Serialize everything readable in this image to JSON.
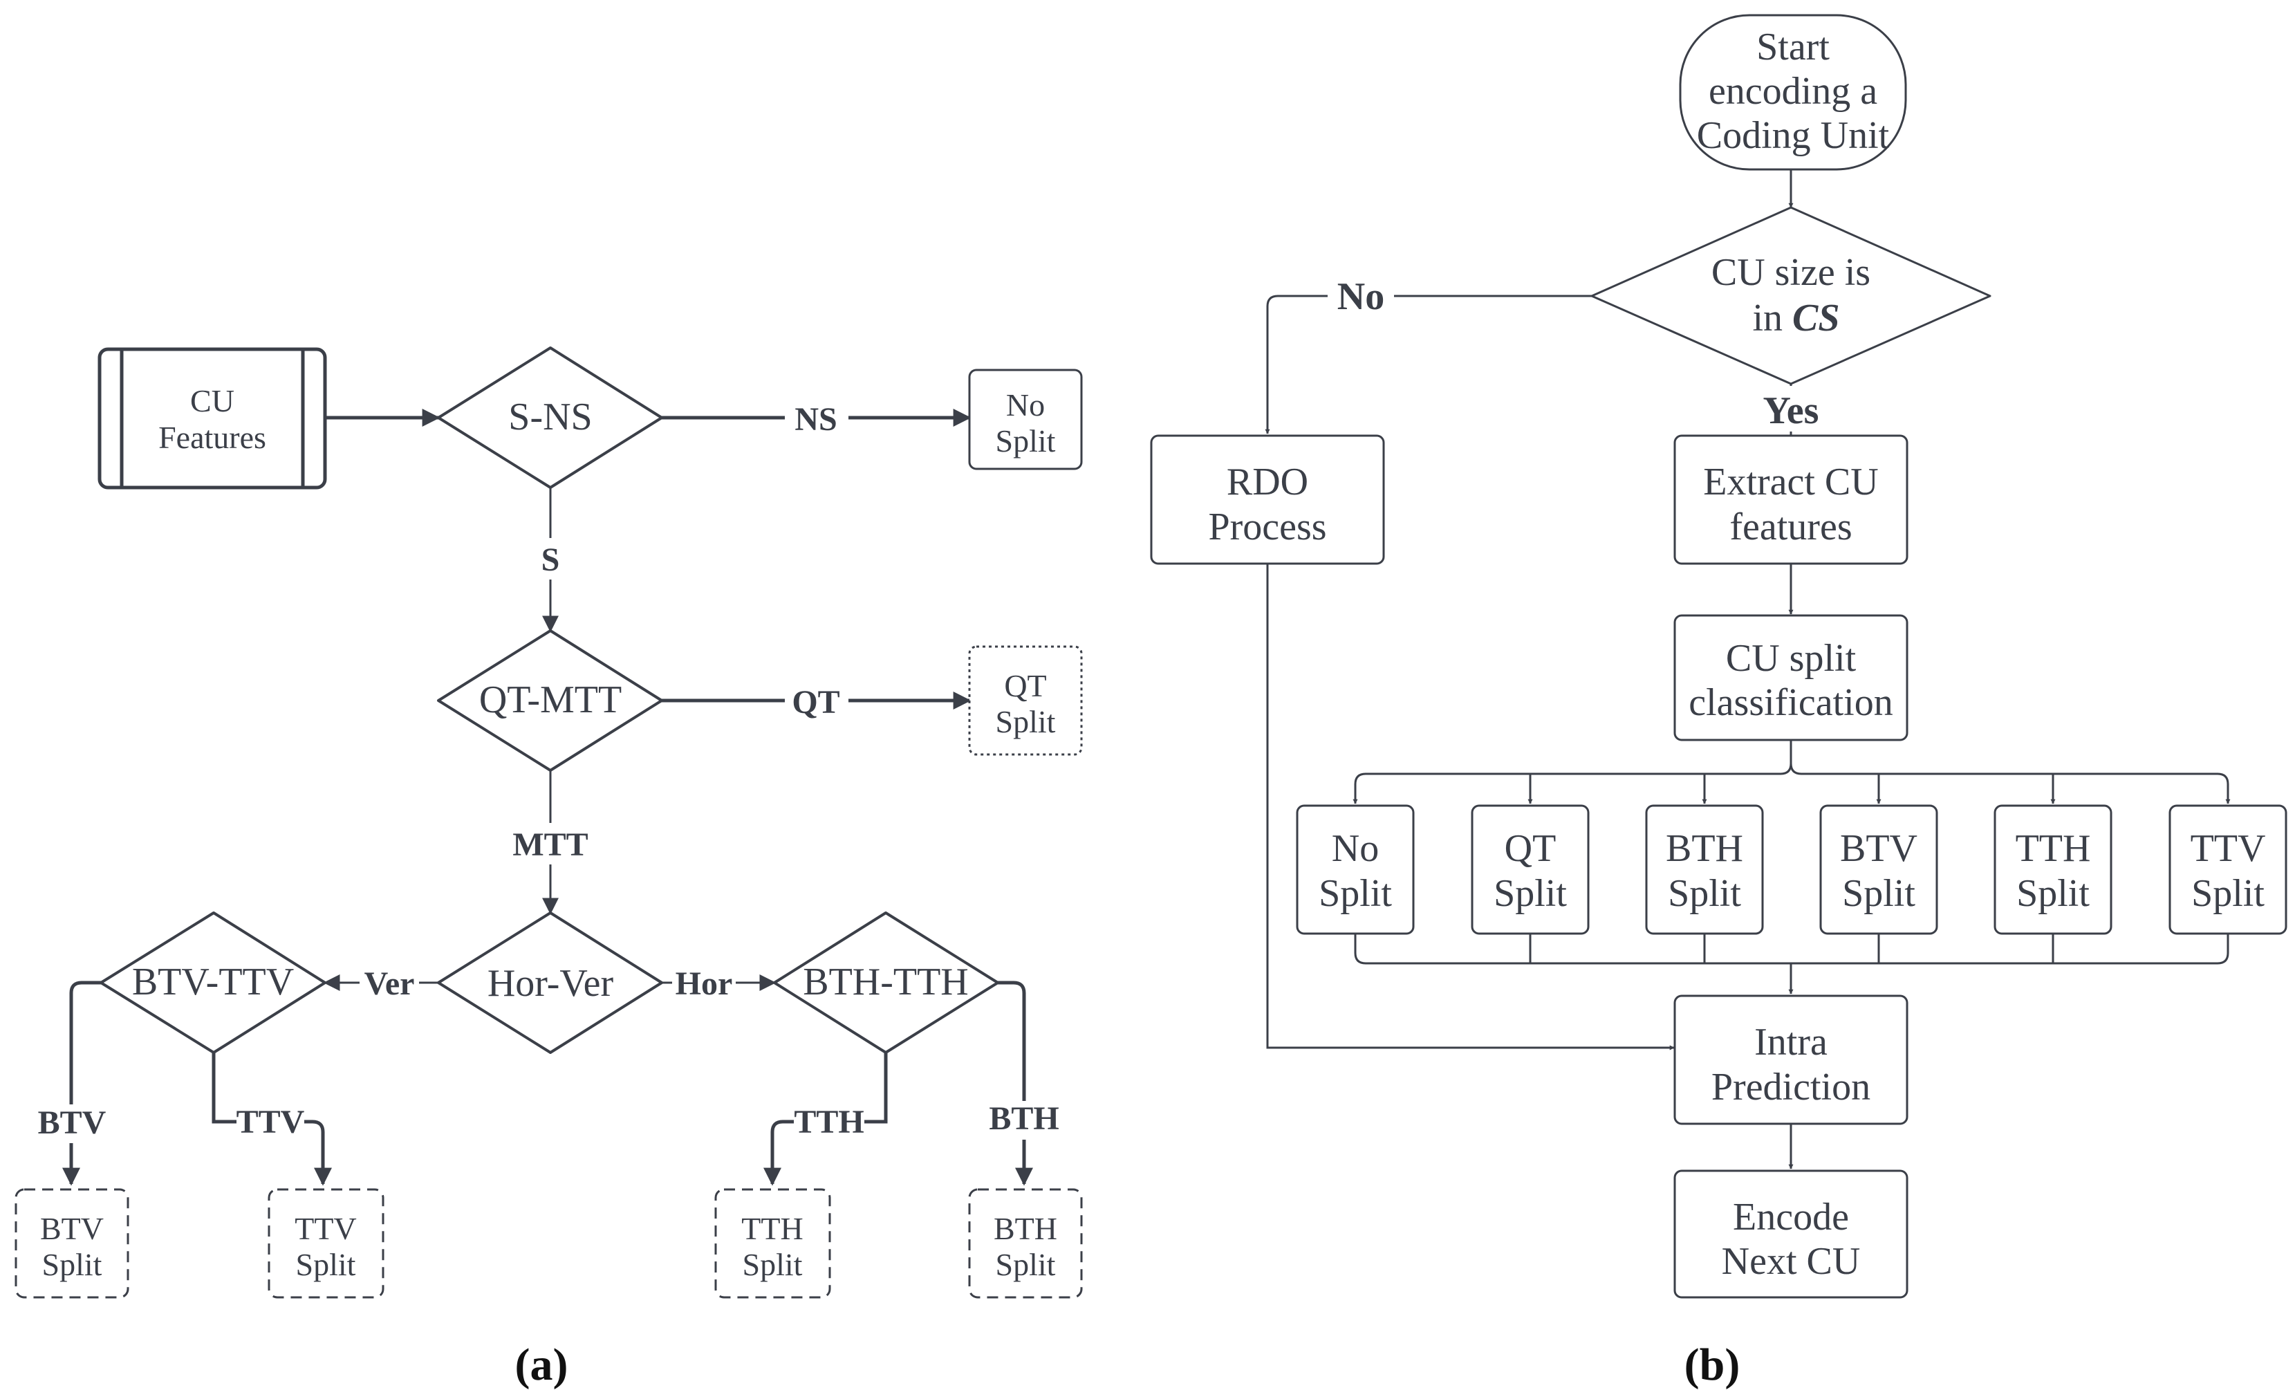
{
  "panel_a": {
    "caption": "(a)",
    "nodes": {
      "cu_features": [
        "CU",
        "Features"
      ],
      "s_ns": "S-NS",
      "no_split": [
        "No",
        "Split"
      ],
      "qt_mtt": "QT-MTT",
      "qt_split": [
        "QT",
        "Split"
      ],
      "hor_ver": "Hor-Ver",
      "btv_ttv": "BTV-TTV",
      "bth_tth": "BTH-TTH",
      "btv_split": [
        "BTV",
        "Split"
      ],
      "ttv_split": [
        "TTV",
        "Split"
      ],
      "tth_split": [
        "TTH",
        "Split"
      ],
      "bth_split": [
        "BTH",
        "Split"
      ]
    },
    "edges": {
      "ns": "NS",
      "s": "S",
      "qt": "QT",
      "mtt": "MTT",
      "ver": "Ver",
      "hor": "Hor",
      "btv": "BTV",
      "ttv": "TTV",
      "tth": "TTH",
      "bth": "BTH"
    }
  },
  "panel_b": {
    "caption": "(b)",
    "nodes": {
      "start": [
        "Start",
        "encoding a",
        "Coding Unit"
      ],
      "decision": [
        "CU size is",
        "in"
      ],
      "decision_symbol": "CS",
      "rdo": [
        "RDO",
        "Process"
      ],
      "extract": [
        "Extract CU",
        "features"
      ],
      "classify": [
        "CU split",
        "classification"
      ],
      "no_split": [
        "No",
        "Split"
      ],
      "qt_split": [
        "QT",
        "Split"
      ],
      "bth_split": [
        "BTH",
        "Split"
      ],
      "btv_split": [
        "BTV",
        "Split"
      ],
      "tth_split": [
        "TTH",
        "Split"
      ],
      "ttv_split": [
        "TTV",
        "Split"
      ],
      "intra": [
        "Intra",
        "Prediction"
      ],
      "encode_next": [
        "Encode",
        "Next CU"
      ]
    },
    "edges": {
      "no": "No",
      "yes": "Yes"
    }
  },
  "colors": {
    "stroke": "#3b3f48",
    "caption": "#111111",
    "background": "#ffffff"
  }
}
